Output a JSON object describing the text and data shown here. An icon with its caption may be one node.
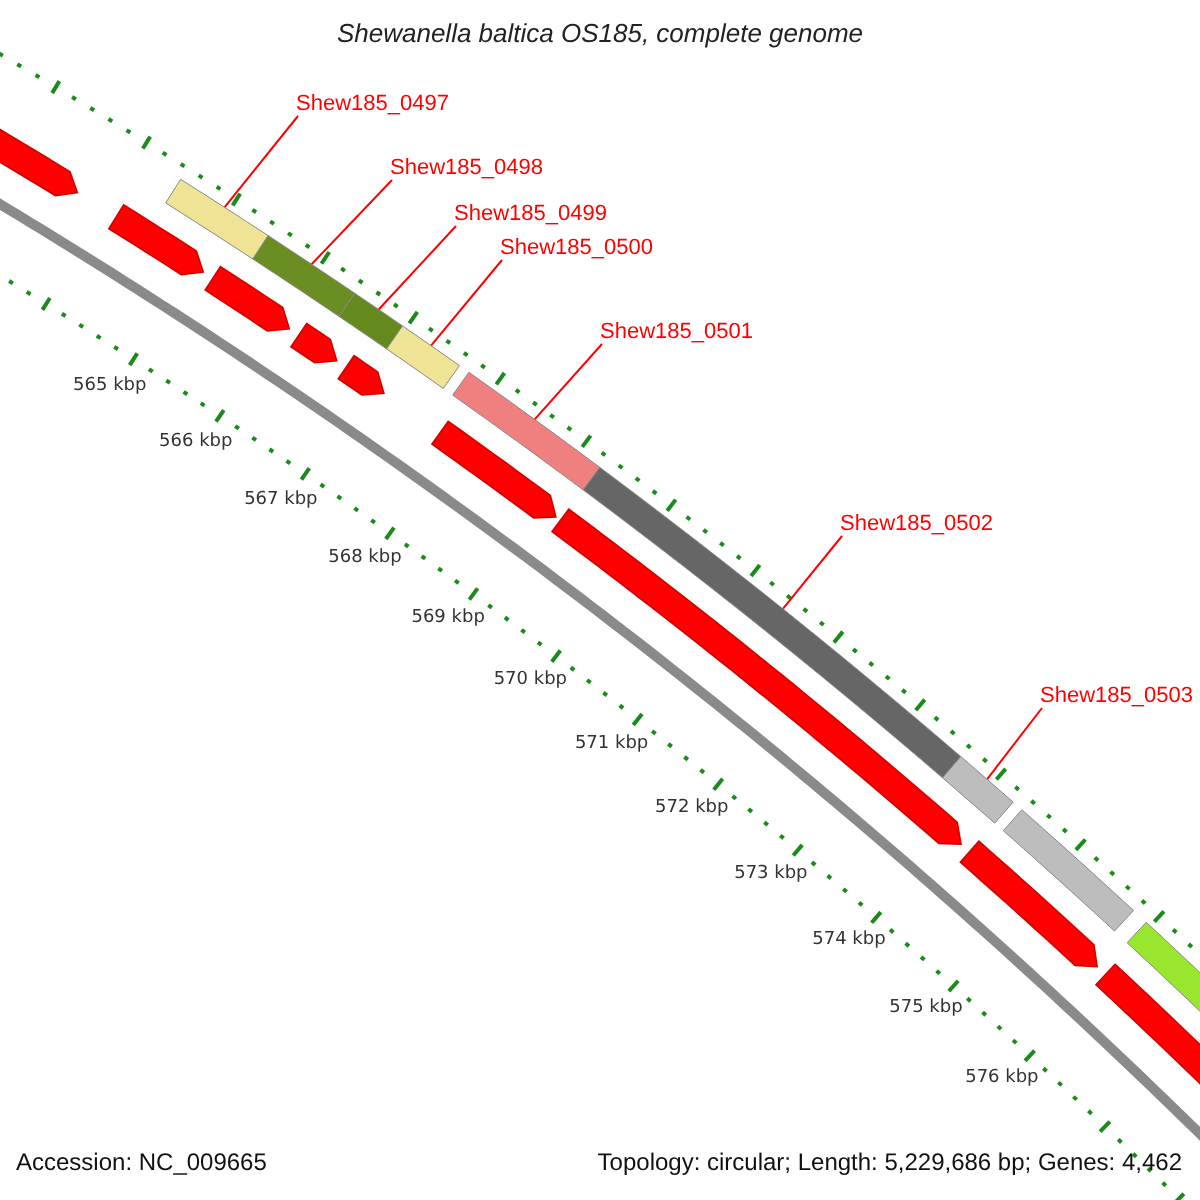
{
  "diagram": {
    "title": "Shewanella baltica OS185, complete genome",
    "nodes": [
      {
        "text": [
          "Shew185_0497"
        ]
      },
      {
        "text": [
          "Shew185_0498"
        ]
      },
      {
        "text": [
          "Shew185_0499"
        ]
      },
      {
        "text": [
          "Shew185_0500"
        ]
      },
      {
        "text": [
          "Shew185_0501"
        ]
      },
      {
        "text": [
          "Shew185_0502"
        ]
      },
      {
        "text": [
          "Shew185_0503"
        ]
      },
      {
        "text": [],
        "shape": "bar"
      },
      {
        "text": [],
        "shape": "bar"
      },
      {
        "text": [],
        "shape": "bar"
      },
      {
        "text": [],
        "shape": "bar"
      },
      {
        "text": [],
        "shape": "bar"
      },
      {
        "text": [],
        "shape": "bar"
      },
      {
        "text": [],
        "shape": "bar"
      }
    ],
    "edges": [
      {
        "from": 0,
        "to": 7,
        "arrow": "none"
      },
      {
        "from": 1,
        "to": 8,
        "arrow": "none"
      },
      {
        "from": 2,
        "to": 9,
        "arrow": "none"
      },
      {
        "from": 3,
        "to": 10,
        "arrow": "none"
      },
      {
        "from": 4,
        "to": 11,
        "arrow": "none"
      },
      {
        "from": 5,
        "to": 12,
        "arrow": "none"
      },
      {
        "from": 6,
        "to": 13,
        "arrow": "none"
      }
    ],
    "labels": [
      "565 kbp",
      "566 kbp",
      "567 kbp",
      "568 kbp",
      "569 kbp",
      "570 kbp",
      "571 kbp",
      "572 kbp",
      "573 kbp",
      "574 kbp",
      "575 kbp",
      "576 kbp",
      "Accession: NC_009665",
      "Topology: circular; Length: 5,229,686 bp; Genes: 4,462"
    ]
  }
}
